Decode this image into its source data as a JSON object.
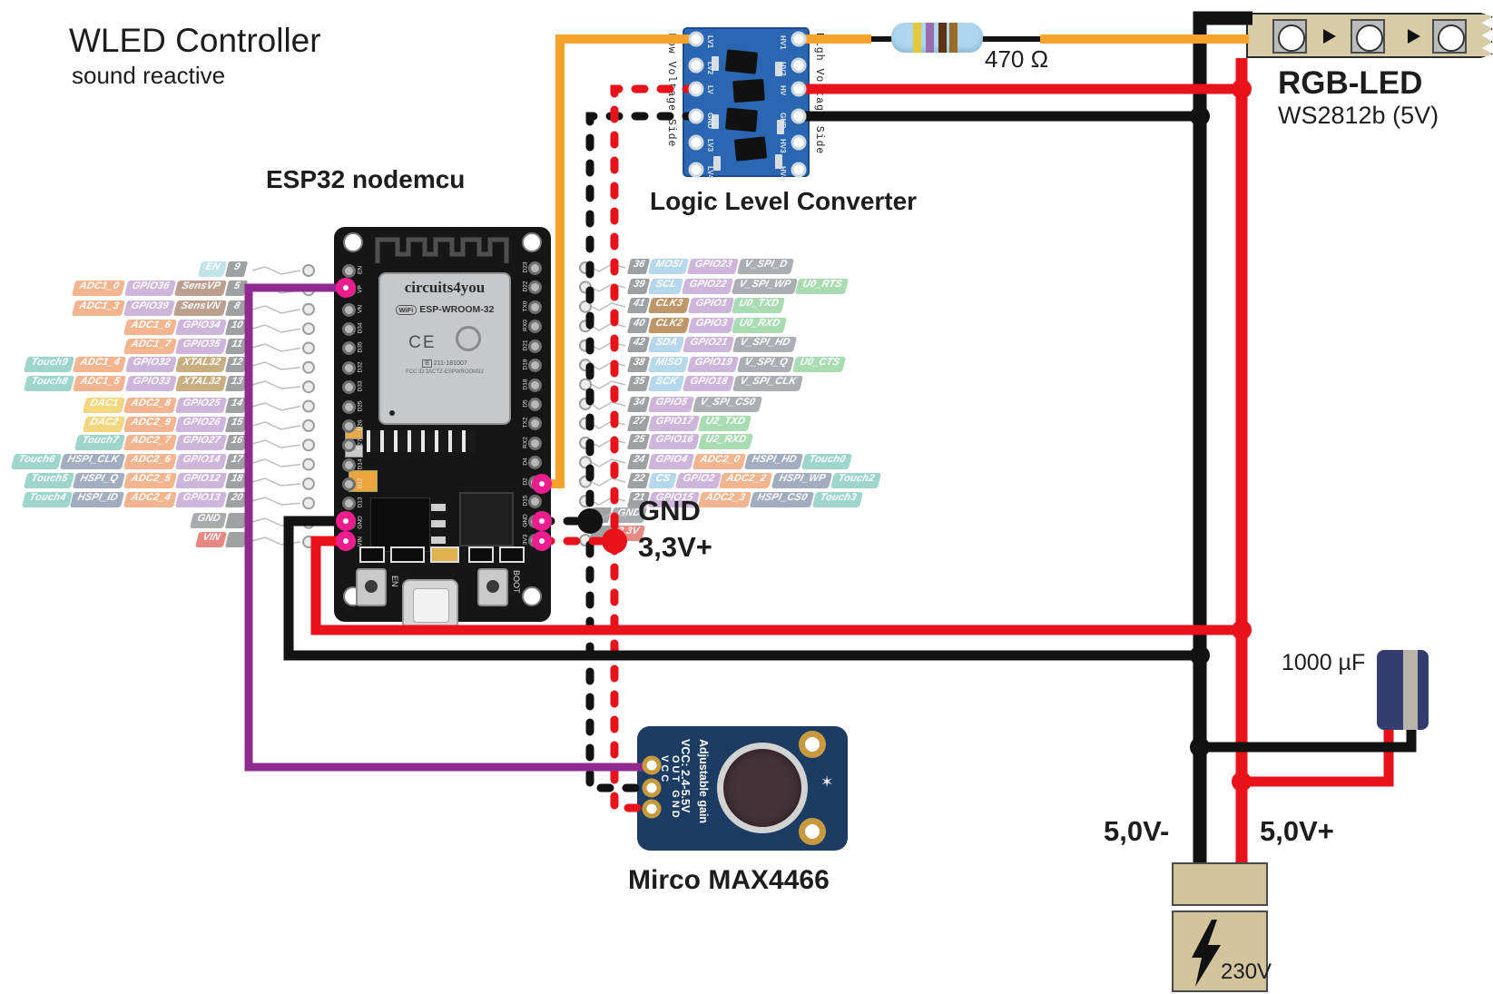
{
  "title": {
    "main": "WLED Controller",
    "sub": "sound reactive"
  },
  "labels": {
    "esp32": "ESP32 nodemcu",
    "llc": "Logic Level Converter",
    "rgb": "RGB-LED",
    "rgb_sub": "WS2812b (5V)",
    "resistor": "470 Ω",
    "cap": "1000 µF",
    "gnd": "GND",
    "v33": "3,3V+",
    "v5_minus": "5,0V-",
    "v5_plus": "5,0V+",
    "psu": "230V",
    "mic": "Mirco MAX4466"
  },
  "esp32_board": {
    "brand": "circuits4you",
    "wifi": "WiFi",
    "module": "ESP-WROOM-32",
    "ce": "CE",
    "cert": "211-181007",
    "fcc": "FCC ID:2ACTZ-ESPWROOM32",
    "en_btn": "EN",
    "boot_btn": "BOOT",
    "silk_left": [
      "EN",
      "VP",
      "VN",
      "D34",
      "D35",
      "D32",
      "D33",
      "D25",
      "D26",
      "D27",
      "D14",
      "D12",
      "D13",
      "GND",
      "VIN"
    ],
    "silk_right": [
      "D23",
      "D22",
      "TX0",
      "RX0",
      "D21",
      "D19",
      "D18",
      "D5",
      "TX2",
      "RX2",
      "D4",
      "D2",
      "D15",
      "GND",
      "3V3"
    ]
  },
  "llc": {
    "low_side": "Low Voltage Side",
    "high_side": "High Voltage Side",
    "pins_left": [
      "LV1",
      "LV2",
      "LV",
      "GND",
      "LV3",
      "LV4"
    ],
    "pins_right": [
      "HV1",
      "HV2",
      "HV",
      "GND",
      "HV3",
      "HV4"
    ]
  },
  "mic": {
    "pad_text": "OUT GND VCC",
    "spec1": "VCC: 2.4-5.5V",
    "spec2": "Adjustable gain"
  },
  "pinout_left": [
    {
      "pin": "9",
      "pills": [
        [
          "EN",
          "en"
        ]
      ]
    },
    {
      "pin": "5",
      "pills": [
        [
          "ADC1_0",
          "adc"
        ],
        [
          "GPIO36",
          "gpio"
        ],
        [
          "SensVP",
          "sens"
        ]
      ]
    },
    {
      "pin": "8",
      "pills": [
        [
          "ADC1_3",
          "adc"
        ],
        [
          "GPIO39",
          "gpio"
        ],
        [
          "SensVN",
          "sens"
        ]
      ]
    },
    {
      "pin": "10",
      "pills": [
        [
          "ADC1_6",
          "adc"
        ],
        [
          "GPIO34",
          "gpio"
        ]
      ]
    },
    {
      "pin": "11",
      "pills": [
        [
          "ADC1_7",
          "adc"
        ],
        [
          "GPIO35",
          "gpio"
        ]
      ]
    },
    {
      "pin": "12",
      "pills": [
        [
          "Touch9",
          "touch"
        ],
        [
          "ADC1_4",
          "adc"
        ],
        [
          "GPIO32",
          "gpio"
        ],
        [
          "XTAL32",
          "xtal"
        ]
      ]
    },
    {
      "pin": "13",
      "pills": [
        [
          "Touch8",
          "touch"
        ],
        [
          "ADC1_5",
          "adc"
        ],
        [
          "GPIO33",
          "gpio"
        ],
        [
          "XTAL32",
          "xtal"
        ]
      ]
    },
    {
      "pin": "14",
      "pills": [
        [
          "DAC1",
          "dac"
        ],
        [
          "ADC2_8",
          "adc"
        ],
        [
          "GPIO25",
          "gpio"
        ]
      ]
    },
    {
      "pin": "15",
      "pills": [
        [
          "DAC2",
          "dac"
        ],
        [
          "ADC2_9",
          "adc"
        ],
        [
          "GPIO26",
          "gpio"
        ]
      ]
    },
    {
      "pin": "16",
      "pills": [
        [
          "Touch7",
          "touch"
        ],
        [
          "ADC2_7",
          "adc"
        ],
        [
          "GPIO27",
          "gpio"
        ]
      ]
    },
    {
      "pin": "17",
      "pills": [
        [
          "Touch6",
          "touch"
        ],
        [
          "HSPI_CLK",
          "hspi"
        ],
        [
          "ADC2_6",
          "adc"
        ],
        [
          "GPIO14",
          "gpio"
        ]
      ]
    },
    {
      "pin": "18",
      "pills": [
        [
          "Touch5",
          "touch"
        ],
        [
          "HSPI_Q",
          "hspi"
        ],
        [
          "ADC2_5",
          "adc"
        ],
        [
          "GPIO12",
          "gpio"
        ]
      ]
    },
    {
      "pin": "20",
      "pills": [
        [
          "Touch4",
          "touch"
        ],
        [
          "HSPI_ID",
          "hspi"
        ],
        [
          "ADC2_4",
          "adc"
        ],
        [
          "GPIO13",
          "gpio"
        ]
      ]
    },
    {
      "pin": "",
      "pills": [
        [
          "GND",
          "gnd"
        ]
      ]
    },
    {
      "pin": "",
      "pills": [
        [
          "VIN",
          "pwr"
        ]
      ]
    }
  ],
  "pinout_right": [
    {
      "pin": "36",
      "pills": [
        [
          "MOSI",
          "blue"
        ],
        [
          "GPIO23",
          "gpio"
        ],
        [
          "V_SPI_D",
          "vspi"
        ]
      ]
    },
    {
      "pin": "39",
      "pills": [
        [
          "SCL",
          "blue"
        ],
        [
          "GPIO22",
          "gpio"
        ],
        [
          "V_SPI_WP",
          "vspi"
        ],
        [
          "U0_RTS",
          "uart"
        ]
      ]
    },
    {
      "pin": "41",
      "pills": [
        [
          "CLK3",
          "clk"
        ],
        [
          "GPIO1",
          "gpio"
        ],
        [
          "U0_TXD",
          "uart"
        ]
      ]
    },
    {
      "pin": "40",
      "pills": [
        [
          "CLK2",
          "clk"
        ],
        [
          "GPIO3",
          "gpio"
        ],
        [
          "U0_RXD",
          "uart"
        ]
      ]
    },
    {
      "pin": "42",
      "pills": [
        [
          "SDA",
          "blue"
        ],
        [
          "GPIO21",
          "gpio"
        ],
        [
          "V_SPI_HD",
          "vspi"
        ]
      ]
    },
    {
      "pin": "38",
      "pills": [
        [
          "MISO",
          "blue"
        ],
        [
          "GPIO19",
          "gpio"
        ],
        [
          "V_SPI_Q",
          "vspi"
        ],
        [
          "U0_CTS",
          "uart"
        ]
      ]
    },
    {
      "pin": "35",
      "pills": [
        [
          "SCK",
          "blue"
        ],
        [
          "GPIO18",
          "gpio"
        ],
        [
          "V_SPI_CLK",
          "vspi"
        ]
      ]
    },
    {
      "pin": "34",
      "pills": [
        [
          "GPIO5",
          "gpio"
        ],
        [
          "V_SPI_CS0",
          "vspi"
        ]
      ]
    },
    {
      "pin": "27",
      "pills": [
        [
          "GPIO17",
          "gpio"
        ],
        [
          "U2_TXD",
          "uart"
        ]
      ]
    },
    {
      "pin": "25",
      "pills": [
        [
          "GPIO16",
          "gpio"
        ],
        [
          "U2_RXD",
          "uart"
        ]
      ]
    },
    {
      "pin": "24",
      "pills": [
        [
          "GPIO4",
          "gpio"
        ],
        [
          "ADC2_0",
          "adc"
        ],
        [
          "HSPI_HD",
          "hspi"
        ],
        [
          "Touch0",
          "touch"
        ]
      ]
    },
    {
      "pin": "22",
      "pills": [
        [
          "CS",
          "blue"
        ],
        [
          "GPIO2",
          "gpio"
        ],
        [
          "ADC2_2",
          "adc"
        ],
        [
          "HSPI_WP",
          "hspi"
        ],
        [
          "Touch2",
          "touch"
        ]
      ]
    },
    {
      "pin": "21",
      "pills": [
        [
          "GPIO15",
          "gpio"
        ],
        [
          "ADC2_3",
          "adc"
        ],
        [
          "HSPI_CS0",
          "hspi"
        ],
        [
          "Touch3",
          "touch"
        ]
      ]
    },
    {
      "pin": "",
      "pills": [
        [
          "GND",
          "gnd"
        ]
      ]
    },
    {
      "pin": "",
      "pills": [
        [
          "3,3V",
          "pwr"
        ]
      ]
    }
  ],
  "colors": {
    "wire_red": "#e8121b",
    "wire_black": "#121212",
    "wire_orange": "#f5a32a",
    "wire_purple": "#8f2b8f",
    "pin_dot_pink": "#ec1d8e",
    "llc_pcb": "#2a66b2",
    "mic_pcb": "#1d3c63",
    "resistor_body": "#aed7ef",
    "resistor_bands": [
      "#e3c93a",
      "#9a6cab",
      "#5f3413",
      "#9a6a28"
    ],
    "strip_tan": "#d8cca6",
    "psu_tan": "#d4c49e",
    "cap_body": "#333d6e"
  }
}
